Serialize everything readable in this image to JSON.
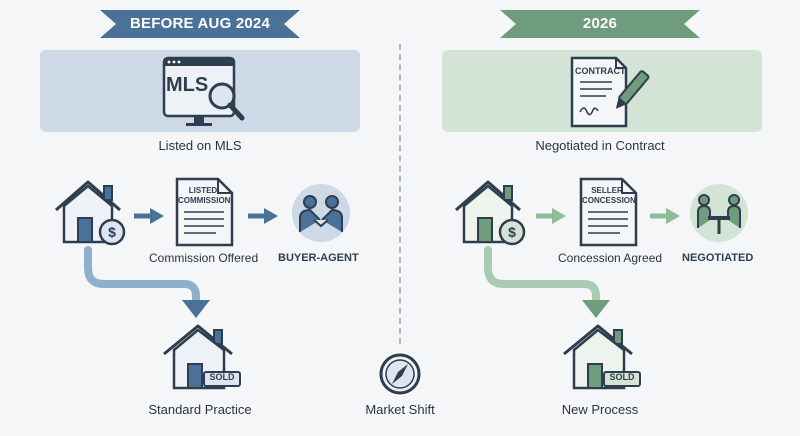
{
  "left": {
    "title": "BEFORE AUG 2024",
    "panel_caption": "Listed on MLS",
    "mls_text": "MLS",
    "doc_text_line1": "LISTED",
    "doc_text_line2": "COMMISSION",
    "step2_caption": "Commission Offered",
    "step3_caption": "BUYER-AGENT",
    "sold_badge": "SOLD",
    "bottom_caption": "Standard Practice",
    "color": "#4a7198"
  },
  "right": {
    "title": "2026",
    "panel_caption": "Negotiated in Contract",
    "contract_text": "CONTRACT",
    "doc_text_line1": "SELLER",
    "doc_text_line2": "CONCESSION",
    "step2_caption": "Concession Agreed",
    "step3_caption": "NEGOTIATED",
    "sold_badge": "SOLD",
    "bottom_caption": "New Process",
    "color": "#6f9c7c"
  },
  "center": {
    "caption": "Market Shift",
    "icon": "compass-icon"
  }
}
